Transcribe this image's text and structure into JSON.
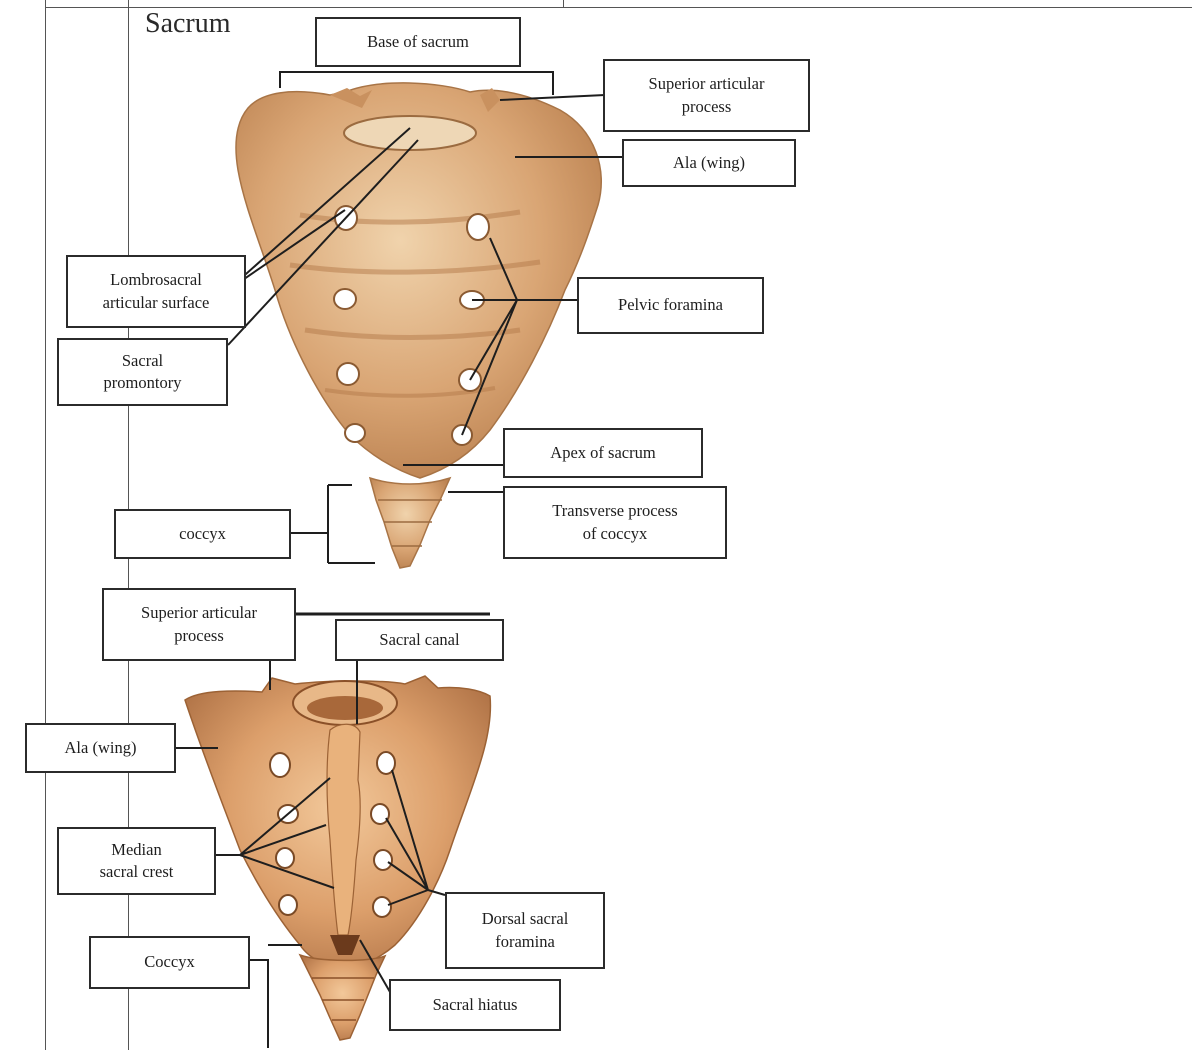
{
  "section_title": "Sacrum",
  "colors": {
    "bone": "#d9a574",
    "bone_shadow": "#b97f4e",
    "bone_highlight": "#f0d3ac",
    "label_border": "#2b2b2b"
  },
  "anterior_view": {
    "labels": {
      "base": "Base of sacrum",
      "superior_articular": "Superior articular\nprocess",
      "ala": "Ala (wing)",
      "lumbosacral": "Lombrosacral\narticular surface",
      "promontory": "Sacral\npromontory",
      "pelvic_foramina": "Pelvic foramina",
      "apex": "Apex of  sacrum",
      "coccyx": "coccyx",
      "transverse_coccyx": "Transverse process\nof coccyx"
    }
  },
  "posterior_view": {
    "labels": {
      "superior_articular": "Superior articular\nprocess",
      "sacral_canal": "Sacral canal",
      "ala": "Ala (wing)",
      "median_crest": "Median\nsacral crest",
      "dorsal_foramina": "Dorsal sacral\nforamina",
      "coccyx": "Coccyx",
      "hiatus": "Sacral hiatus"
    }
  }
}
